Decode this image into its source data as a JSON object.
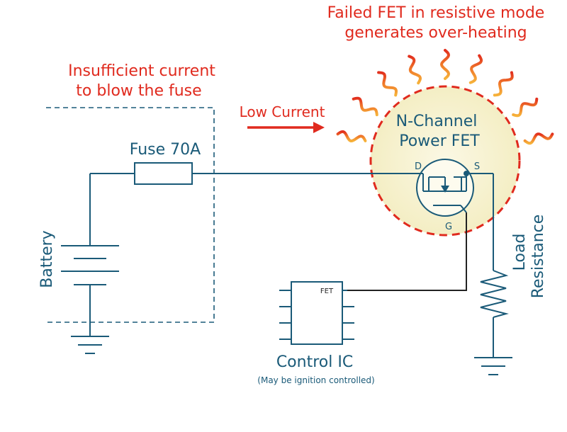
{
  "annotations": {
    "overheat_line1": "Failed FET in resistive mode",
    "overheat_line2": "generates over-heating",
    "fuse_note_line1": "Insufficient current",
    "fuse_note_line2": "to blow the fuse",
    "low_current": "Low Current"
  },
  "fet": {
    "title_line1": "N-Channel",
    "title_line2": "Power FET",
    "drain": "D",
    "source": "S",
    "gate": "G"
  },
  "fuse": {
    "label": "Fuse 70A"
  },
  "battery": {
    "label": "Battery"
  },
  "load": {
    "label_line1": "Load",
    "label_line2": "Resistance"
  },
  "control_ic": {
    "pin_label": "FET",
    "label": "Control IC",
    "note": "(May be ignition controlled)"
  },
  "colors": {
    "accent_red": "#e02a1e",
    "wire_blue": "#1a5a78",
    "glow_fill": "#f7f2cf",
    "heat_orange": "#f08a2a"
  }
}
